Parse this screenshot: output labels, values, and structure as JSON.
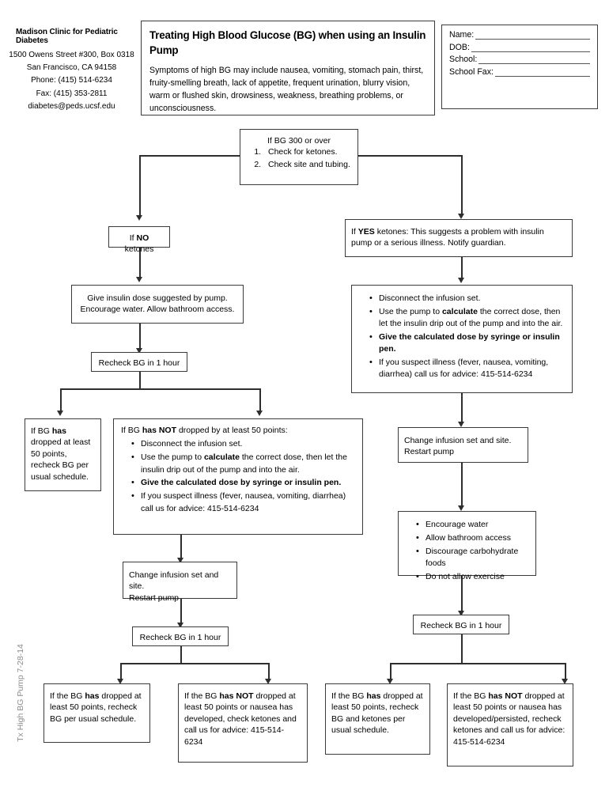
{
  "header": {
    "clinic_name": "Madison Clinic for Pediatric Diabetes",
    "address_line1": "1500 Owens Street #300, Box 0318",
    "address_line2": "San Francisco, CA 94158",
    "phone": "Phone: (415) 514-6234",
    "fax": "Fax: (415) 353-2811",
    "email": "diabetes@peds.ucsf.edu",
    "title": "Treating High Blood Glucose (BG) when using an Insulin Pump",
    "symptoms": "Symptoms of high BG may include nausea, vomiting, stomach pain, thirst, fruity-smelling breath, lack of appetite, frequent urination, blurry vision, warm or flushed skin, drowsiness, weakness, breathing problems, or unconsciousness."
  },
  "patient_form": {
    "fields": [
      {
        "label": "Name:",
        "value": ""
      },
      {
        "label": "DOB:",
        "value": ""
      },
      {
        "label": "School:",
        "value": ""
      },
      {
        "label": "School Fax:",
        "value": ""
      }
    ]
  },
  "flow": {
    "start": {
      "heading": "If BG 300 or over",
      "steps": [
        "Check for ketones.",
        "Check site and tubing."
      ]
    },
    "no_ketones": {
      "prefix": "If ",
      "emphasis": "NO",
      "suffix": " ketones"
    },
    "yes_ketones": {
      "prefix": "If ",
      "emphasis": "YES",
      "suffix": " ketones: This suggests a problem with insulin pump or a serious illness. Notify guardian."
    },
    "give_insulin": {
      "line1": "Give insulin dose suggested by pump.",
      "line2": "Encourage water. Allow bathroom access."
    },
    "recheck_left_1": "Recheck BG in 1 hour",
    "dropped_left": {
      "prefix": "If BG ",
      "emphasis": "has",
      "suffix": " dropped at least 50 points, recheck BG per usual schedule."
    },
    "not_dropped_left": {
      "prefix": "If BG ",
      "emphasis": "has NOT",
      "suffix": " dropped by at least 50 points:"
    },
    "treatment_bullets": {
      "b1": "Disconnect the infusion set.",
      "b2_pre": "Use the pump to ",
      "b2_em": "calculate",
      "b2_post": " the correct dose, then let the insulin drip out of the pump and into the air.",
      "b3": "Give the calculated dose by syringe or insulin pen.",
      "b4": "If you suspect illness (fever, nausea, vomiting, diarrhea) call us for advice: 415-514-6234"
    },
    "change_set_left": {
      "line1": "Change infusion set and site.",
      "line2": "Restart pump"
    },
    "change_set_right": {
      "line1": "Change infusion set and site.",
      "line2": "Restart pump"
    },
    "recheck_left_2": "Recheck BG in 1 hour",
    "recheck_right": "Recheck BG in 1 hour",
    "care_bullets": [
      "Encourage water",
      "Allow bathroom access",
      "Discourage carbohydrate foods",
      "Do not allow exercise"
    ],
    "outcome_1": {
      "prefix": "If the BG ",
      "emphasis": "has",
      "suffix": " dropped at least 50 points, recheck BG per usual schedule."
    },
    "outcome_2": {
      "prefix": "If the BG ",
      "emphasis": "has NOT",
      "suffix": " dropped at least 50 points or nausea has developed, check ketones and call us for advice: 415-514-6234"
    },
    "outcome_3": {
      "prefix": "If the BG ",
      "emphasis": "has",
      "suffix": " dropped at least 50 points, recheck BG and ketones per usual schedule."
    },
    "outcome_4": {
      "prefix": "If the BG ",
      "emphasis": "has NOT",
      "suffix": " dropped at least 50 points or nausea has developed/persisted, recheck ketones and call us for advice: 415-514-6234"
    }
  },
  "footer": {
    "code": "Tx  High BG Pump 7-28-14"
  }
}
